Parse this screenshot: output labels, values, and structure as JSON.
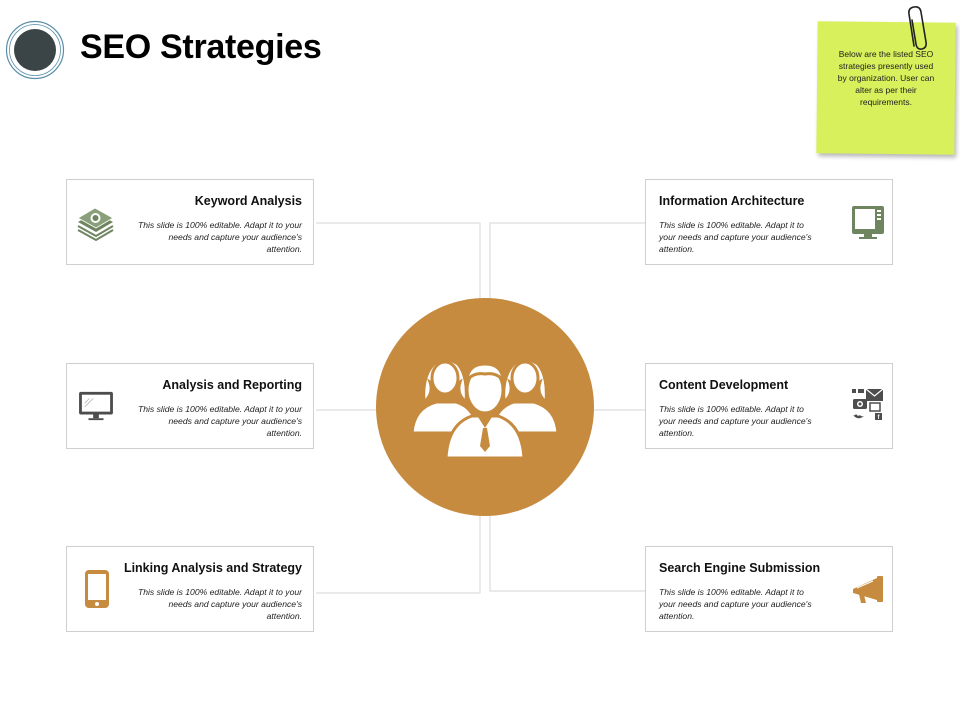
{
  "header": {
    "title": "SEO Strategies"
  },
  "sticky_note": {
    "text": "Below are the listed SEO strategies presently used by organization. User can alter as per their requirements."
  },
  "colors": {
    "accent": "#c68b3e",
    "icon_gray": "#4d4d4d",
    "icon_green": "#6f8560",
    "note": "#d7f05c",
    "logo": "#3b4446"
  },
  "cards": [
    {
      "title": "Keyword Analysis",
      "desc": "This slide is 100% editable. Adapt it to your needs and capture your audience's attention.",
      "icon": "money-stack-icon"
    },
    {
      "title": "Analysis and Reporting",
      "desc": "This slide is 100% editable. Adapt it to your needs and capture your audience's attention.",
      "icon": "monitor-icon"
    },
    {
      "title": "Linking Analysis and Strategy",
      "desc": "This slide is 100% editable. Adapt it to your needs and capture your audience's attention.",
      "icon": "smartphone-icon"
    },
    {
      "title": "Information Architecture",
      "desc": "This slide is 100% editable. Adapt it to your needs and capture your audience's attention.",
      "icon": "computer-icon"
    },
    {
      "title": "Content Development",
      "desc": "This slide is 100% editable. Adapt it to your needs and capture your audience's attention.",
      "icon": "social-media-icon"
    },
    {
      "title": "Search Engine Submission",
      "desc": "This slide is 100% editable. Adapt it to your needs and capture your audience's attention.",
      "icon": "megaphone-icon"
    }
  ],
  "hub": {
    "icon": "team-people-icon"
  }
}
